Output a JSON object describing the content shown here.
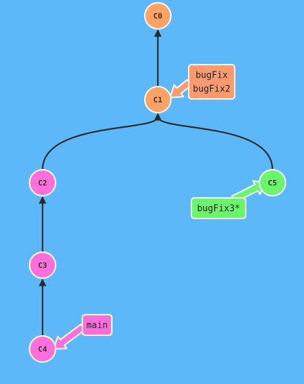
{
  "colors": {
    "background": "#5cb8f8",
    "edge": "#2b2b2b",
    "commit_stroke": "#ffffff",
    "orange": "#ffa266",
    "pink": "#ff6fdc",
    "green": "#6bf56b",
    "salmon": "#ff9a6e"
  },
  "commits": [
    {
      "id": "C0",
      "label": "C0",
      "color": "#ffa266"
    },
    {
      "id": "C1",
      "label": "C1",
      "color": "#ffa266"
    },
    {
      "id": "C2",
      "label": "C2",
      "color": "#ff6fdc"
    },
    {
      "id": "C3",
      "label": "C3",
      "color": "#ff6fdc"
    },
    {
      "id": "C4",
      "label": "C4",
      "color": "#ff6fdc"
    },
    {
      "id": "C5",
      "label": "C5",
      "color": "#6bf56b"
    }
  ],
  "edges": [
    {
      "from": "C1",
      "to": "C0"
    },
    {
      "from": "C2",
      "to": "C1"
    },
    {
      "from": "C5",
      "to": "C1"
    },
    {
      "from": "C3",
      "to": "C2"
    },
    {
      "from": "C4",
      "to": "C3"
    }
  ],
  "branches": [
    {
      "id": "bugfix-bugfix2",
      "lines": [
        "bugFix",
        "bugFix2"
      ],
      "target": "C1",
      "color": "#ff9a6e"
    },
    {
      "id": "bugfix3",
      "lines": [
        "bugFix3*"
      ],
      "target": "C5",
      "color": "#6bf56b"
    },
    {
      "id": "main",
      "lines": [
        "main"
      ],
      "target": "C4",
      "color": "#ff6fdc"
    }
  ]
}
